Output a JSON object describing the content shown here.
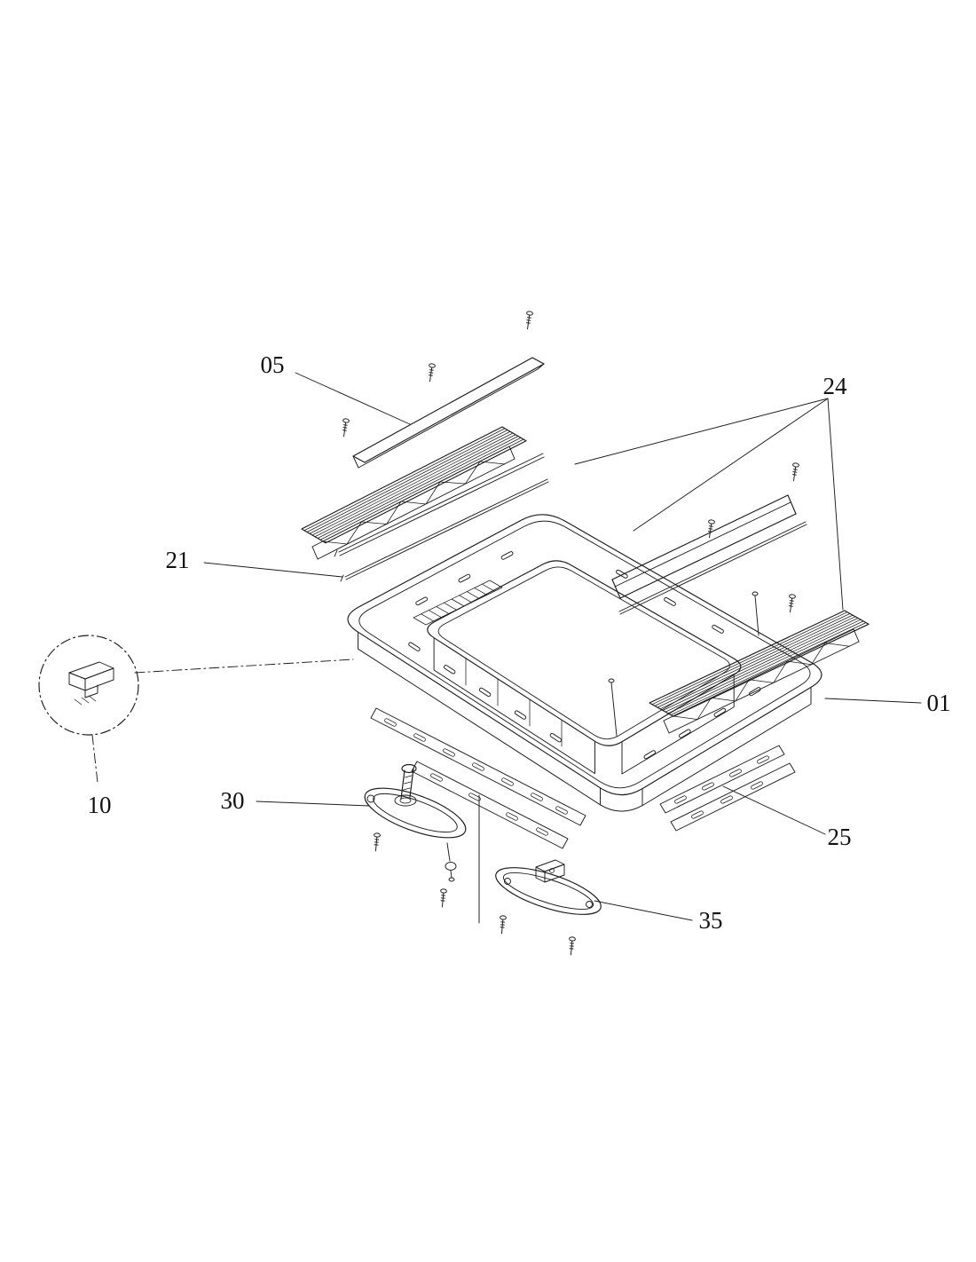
{
  "diagram": {
    "background": "#ffffff",
    "ink": "#1c1c1c",
    "labels": [
      {
        "text": "05"
      },
      {
        "text": "24"
      },
      {
        "text": "21"
      },
      {
        "text": "01"
      },
      {
        "text": "10"
      },
      {
        "text": "30"
      },
      {
        "text": "25"
      },
      {
        "text": "35"
      }
    ]
  }
}
